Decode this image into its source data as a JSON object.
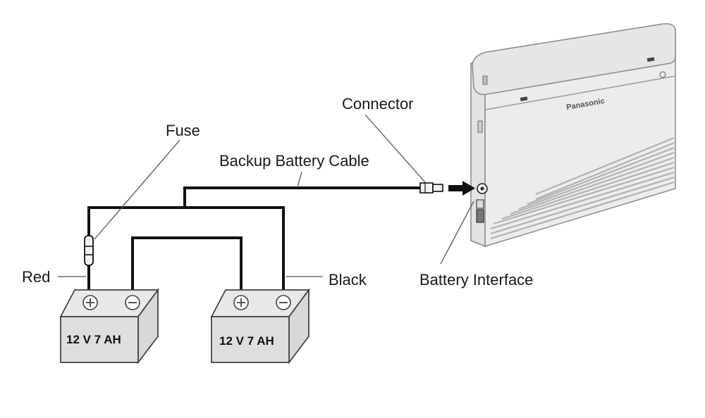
{
  "labels": {
    "connector": "Connector",
    "fuse": "Fuse",
    "backup_battery_cable": "Backup Battery Cable",
    "red": "Red",
    "black": "Black",
    "battery_interface": "Battery Interface"
  },
  "batteries": [
    {
      "label": "12 V 7 AH"
    },
    {
      "label": "12 V 7 AH"
    }
  ],
  "device": {
    "brand": "Panasonic"
  }
}
